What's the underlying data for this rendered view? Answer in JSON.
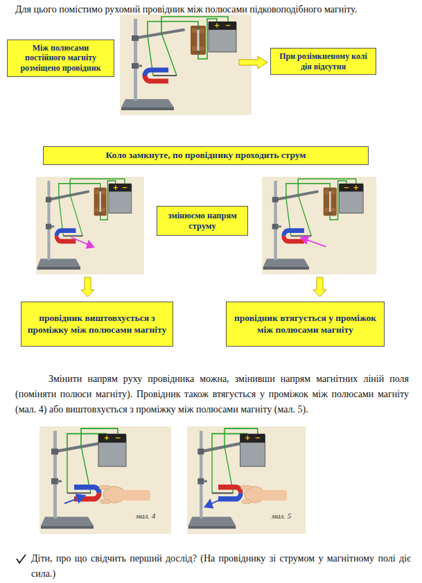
{
  "diagram": {
    "nodes": [
      {
        "text": [
          "Між полюсами постійного магніту розміщено провідник"
        ]
      },
      {
        "text": [
          "При розімкненому колі дія відсутня"
        ]
      },
      {
        "text": [
          "Коло замкнуте, по провіднику проходить струм"
        ]
      },
      {
        "text": [
          "змінюємо напрям струму"
        ]
      },
      {
        "text": [
          "провідник виштовхується з проміжку між полюсами магніту"
        ]
      },
      {
        "text": [
          "провідник втягується у проміжок між полюсами магніту"
        ]
      }
    ],
    "labels": [
      "Для цього помістимо рухомий провідник між полюсами підковоподібного магніту.",
      "+",
      "−",
      "+",
      "−",
      "−",
      "+",
      "Змінити напрям руху провідника можна, змінивши напрям магнітних ліній поля (поміняти полюси магніту). Провідник також втягується у проміжок між полюсами магніту (мал. 4) або виштовхується з проміжку між полюсами магніту (мал. 5).",
      "+",
      "−",
      "мал. 4",
      "+",
      "−",
      "мал. 5",
      "Діти, про що свідчить перший дослід? (На провіднику зі струмом у магнітному полі діє сила.)"
    ]
  }
}
